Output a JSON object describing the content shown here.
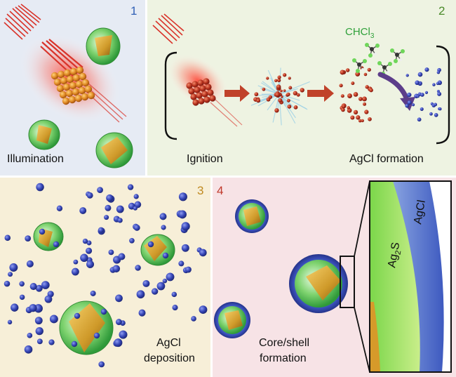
{
  "panels": [
    {
      "number": "1",
      "caption": "Illumination",
      "number_color": "#2f5fb5"
    },
    {
      "number": "2",
      "caption_left": "Ignition",
      "caption_right": "AgCl formation",
      "reagent": "CHCl",
      "reagent_sub": "3",
      "number_color": "#4a8a2a"
    },
    {
      "number": "3",
      "caption_line1": "AgCl",
      "caption_line2": "deposition",
      "number_color": "#c08a20"
    },
    {
      "number": "4",
      "caption_line1": "Core/shell",
      "caption_line2": "formation",
      "number_color": "#c0392b"
    }
  ],
  "inset": {
    "shell_outer": "AgCl",
    "shell_inner": "Ag",
    "shell_inner_sub": "2",
    "shell_inner_suffix": "S"
  },
  "colors": {
    "panel1_bg": "#e6ebf4",
    "panel2_bg": "#eef3e2",
    "panel3_bg": "#f7efd8",
    "panel4_bg": "#f7e3e6",
    "agcl_blue": "#3a4fb8",
    "ag2s_green": "#5cc15a",
    "silver_core": "#c9a23a",
    "laser_red": "#d9342b"
  }
}
